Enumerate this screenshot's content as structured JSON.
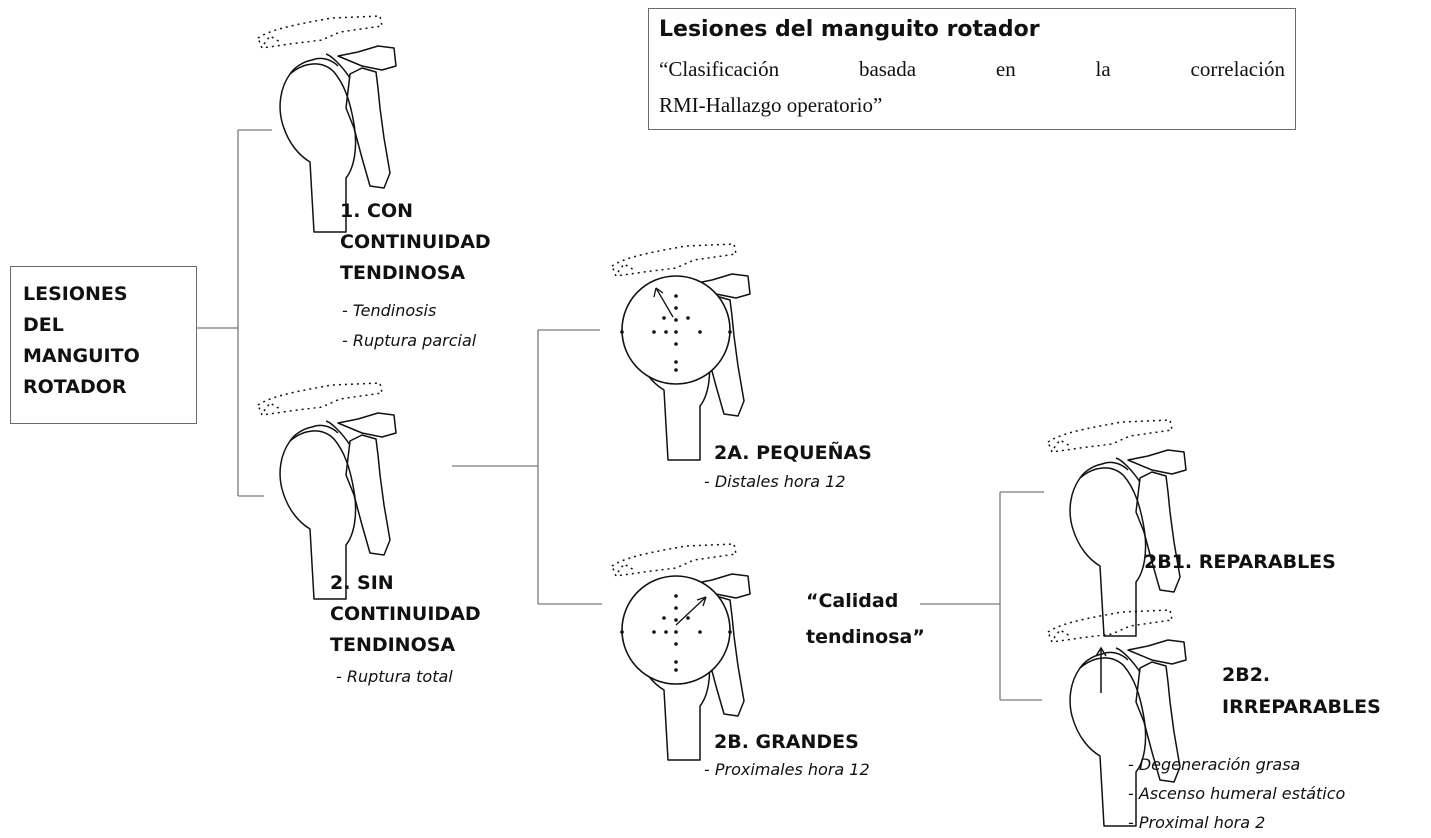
{
  "header_box": {
    "title": "Lesiones del manguito rotador",
    "subtitle_line1_words": [
      "“Clasificación",
      "basada",
      "en",
      "la",
      "correlación"
    ],
    "subtitle_line2": "RMI-Hallazgo operatorio”"
  },
  "root": {
    "lines": [
      "LESIONES",
      "DEL",
      "MANGUITO",
      "ROTADOR"
    ]
  },
  "node1": {
    "lines": [
      "1. CON",
      "CONTINUIDAD",
      "TENDINOSA"
    ],
    "items": [
      "- Tendinosis",
      "- Ruptura parcial"
    ]
  },
  "node2": {
    "lines": [
      "2. SIN",
      "CONTINUIDAD",
      "TENDINOSA"
    ],
    "items": [
      "- Ruptura total"
    ]
  },
  "node2a": {
    "lines": [
      "2A. PEQUEÑAS"
    ],
    "items": [
      "- Distales hora 12"
    ]
  },
  "node2b": {
    "lines": [
      "2B. GRANDES"
    ],
    "items": [
      "- Proximales hora 12"
    ]
  },
  "quality": {
    "lines": [
      "“Calidad",
      "tendinosa”"
    ]
  },
  "node2b1": {
    "lines": [
      "2B1. REPARABLES"
    ]
  },
  "node2b2": {
    "lines": [
      "2B2.",
      "IRREPARABLES"
    ],
    "items": [
      "- Degeneración grasa",
      "- Ascenso humeral estático",
      "- Proximal hora 2"
    ]
  },
  "icons": {
    "shoulder": "shoulder-joint-icon",
    "clock_circle": "clock-face-icon",
    "arrow": "arrow-icon"
  },
  "colors": {
    "line": "#7a7a7a",
    "ink": "#111111",
    "box_border": "#6b6b6b"
  }
}
